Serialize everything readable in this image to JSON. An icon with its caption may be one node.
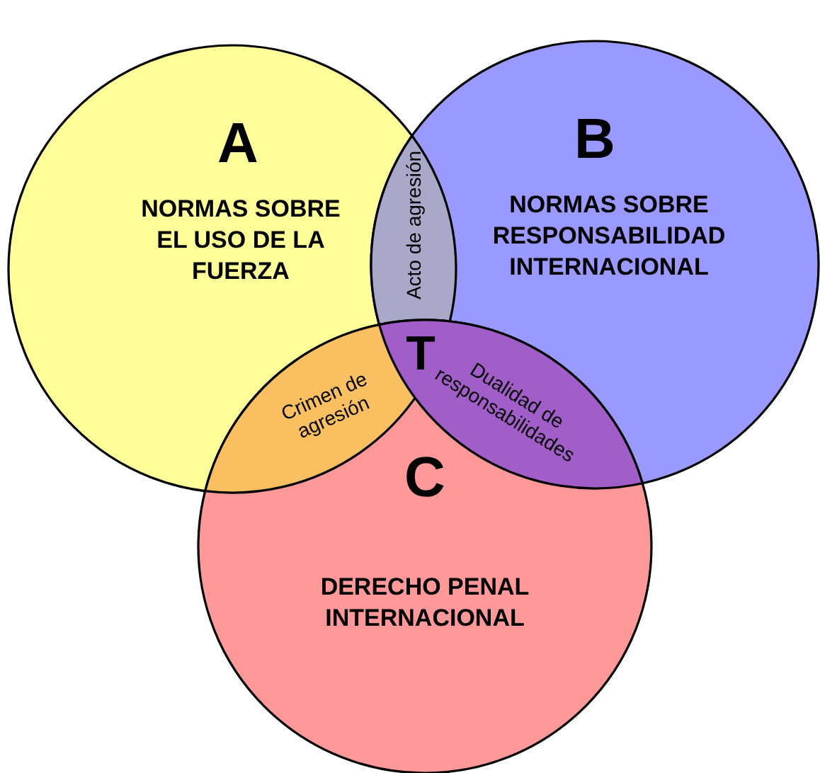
{
  "diagram": {
    "nodes": [
      {
        "text": [
          "A",
          "NORMAS SOBRE EL USO DE LA FUERZA"
        ]
      },
      {
        "text": [
          "B",
          "NORMAS SOBRE RESPONSABILIDAD INTERNACIONAL"
        ]
      },
      {
        "text": [
          "C",
          "DERECHO PENAL INTERNACIONAL"
        ]
      },
      {
        "text": [
          "Acto de agresión"
        ]
      },
      {
        "text": [
          "Crimen de agresión"
        ]
      },
      {
        "text": [
          "Dualidad de responsabilidades"
        ]
      },
      {
        "text": [
          "T"
        ]
      }
    ]
  }
}
